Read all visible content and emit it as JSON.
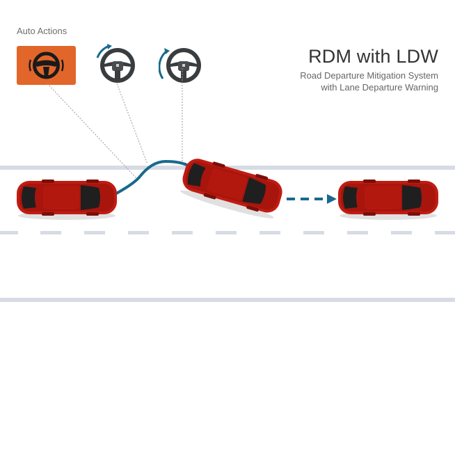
{
  "header": {
    "title": "RDM with LDW",
    "subtitle_line1": "Road Departure Mitigation System",
    "subtitle_line2": "with Lane Departure Warning"
  },
  "auto_actions": {
    "label": "Auto Actions",
    "icons": [
      "steering-warning-icon",
      "steering-wheel-icon",
      "steering-wheel-icon"
    ]
  },
  "colors": {
    "warning_orange": "#e2662a",
    "path_blue": "#17698d",
    "car_red": "#c01c12",
    "lane_gray": "#d7dbe3"
  }
}
